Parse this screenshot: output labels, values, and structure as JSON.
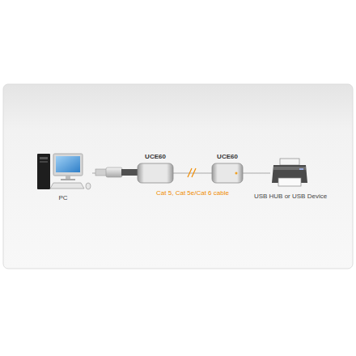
{
  "diagram": {
    "nodes": [
      {
        "text": [
          "PC"
        ]
      },
      {
        "text": [
          "UCE60"
        ]
      },
      {
        "text": [
          "UCE60"
        ]
      },
      {
        "text": [
          "USB HUB or USB Device"
        ]
      }
    ],
    "edges": [
      {
        "from": 0,
        "to": 1,
        "arrow": "none"
      },
      {
        "from": 1,
        "to": 2,
        "label": "Cat 5, Cat 5e/Cat 6 cable",
        "arrow": "none"
      },
      {
        "from": 2,
        "to": 3,
        "arrow": "none"
      }
    ]
  }
}
